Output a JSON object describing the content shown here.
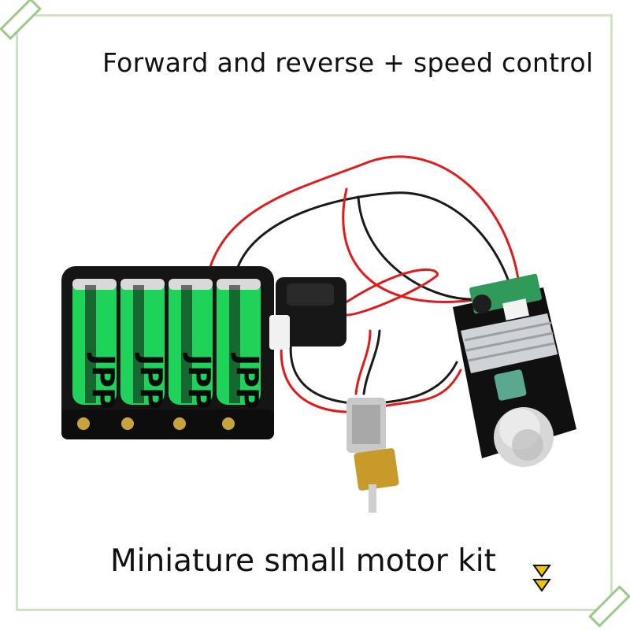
{
  "headline_top": "Forward and reverse + speed control",
  "headline_bottom": "Miniature small motor kit",
  "battery_label": "JPP",
  "colors": {
    "frame": "#cfe3c2",
    "corner_tag": "#9cc98a",
    "battery_green": "#1fd25a",
    "pcb": "#111111",
    "terminal_green": "#2f9a5a",
    "wire_red": "#e11b1b",
    "wire_black": "#1a1a1a",
    "arrow_yellow": "#f3c400"
  },
  "icons": [
    "double-down-arrow-icon"
  ]
}
